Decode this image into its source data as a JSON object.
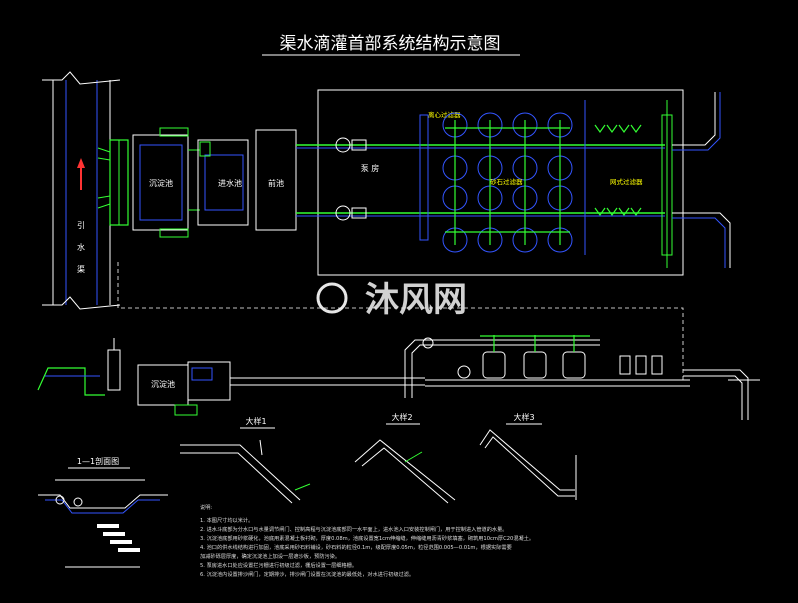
{
  "title": "渠水滴灌首部系统结构示意图",
  "plan": {
    "canal_label": [
      "引",
      "水",
      "渠"
    ],
    "settling_tank": "沉淀池",
    "inlet_tank": "进水池",
    "forebay": "前池",
    "pump_house": "泵 房",
    "centrifugal_filter": "离心过滤器",
    "sand_filter": "砂石过滤器",
    "mesh_filter": "网式过滤器"
  },
  "elevation": {
    "settling_tank": "沉淀池"
  },
  "details": {
    "detail1": "大样1",
    "detail2": "大样2",
    "detail3": "大样3",
    "section": "1—1剖面图"
  },
  "watermark": "沐风网",
  "notes": {
    "heading": "说明:",
    "items": [
      "1. 本图尺寸均以米计。",
      "2. 进水斗底部为分水口与水量调节闸门、控制高程与沉淀池底部同一水平面上，进水池入口安装控制闸门，用于控制进入管道的水量。",
      "3. 沉淀池底部用砂浆硬化，池底用素混凝土板衬砌，厚度0.08m，池底设置宽1cm伸缩缝，伸缩缝用沥青砂浆填塞，砌筑用10cm厚C20混凝土。",
      "4. 池口的供水线结构进行加固，池底采用砂石料铺设，砂石料的粒径0.1m，级配厚度0.05m，粒径范围0.005—0.01m，根据实际需要",
      "   加减砂砾层厚度，确定沉淀池上加设一层遮沙板，预防污染。",
      "5. 泵房进水口处应设置拦污栅进行初级过滤，栅后设置一层细格栅。",
      "6. 沉淀池内设置排沙闸门，定期排沙，排沙闸门设置在沉淀池的最低处，对水进行初级过滤。"
    ]
  },
  "colors": {
    "line_white": "#ffffff",
    "line_green": "#33ff33",
    "line_blue": "#3355ff",
    "line_red": "#ff3333",
    "line_yellow": "#ffff00",
    "line_cyan": "#33ffff"
  }
}
